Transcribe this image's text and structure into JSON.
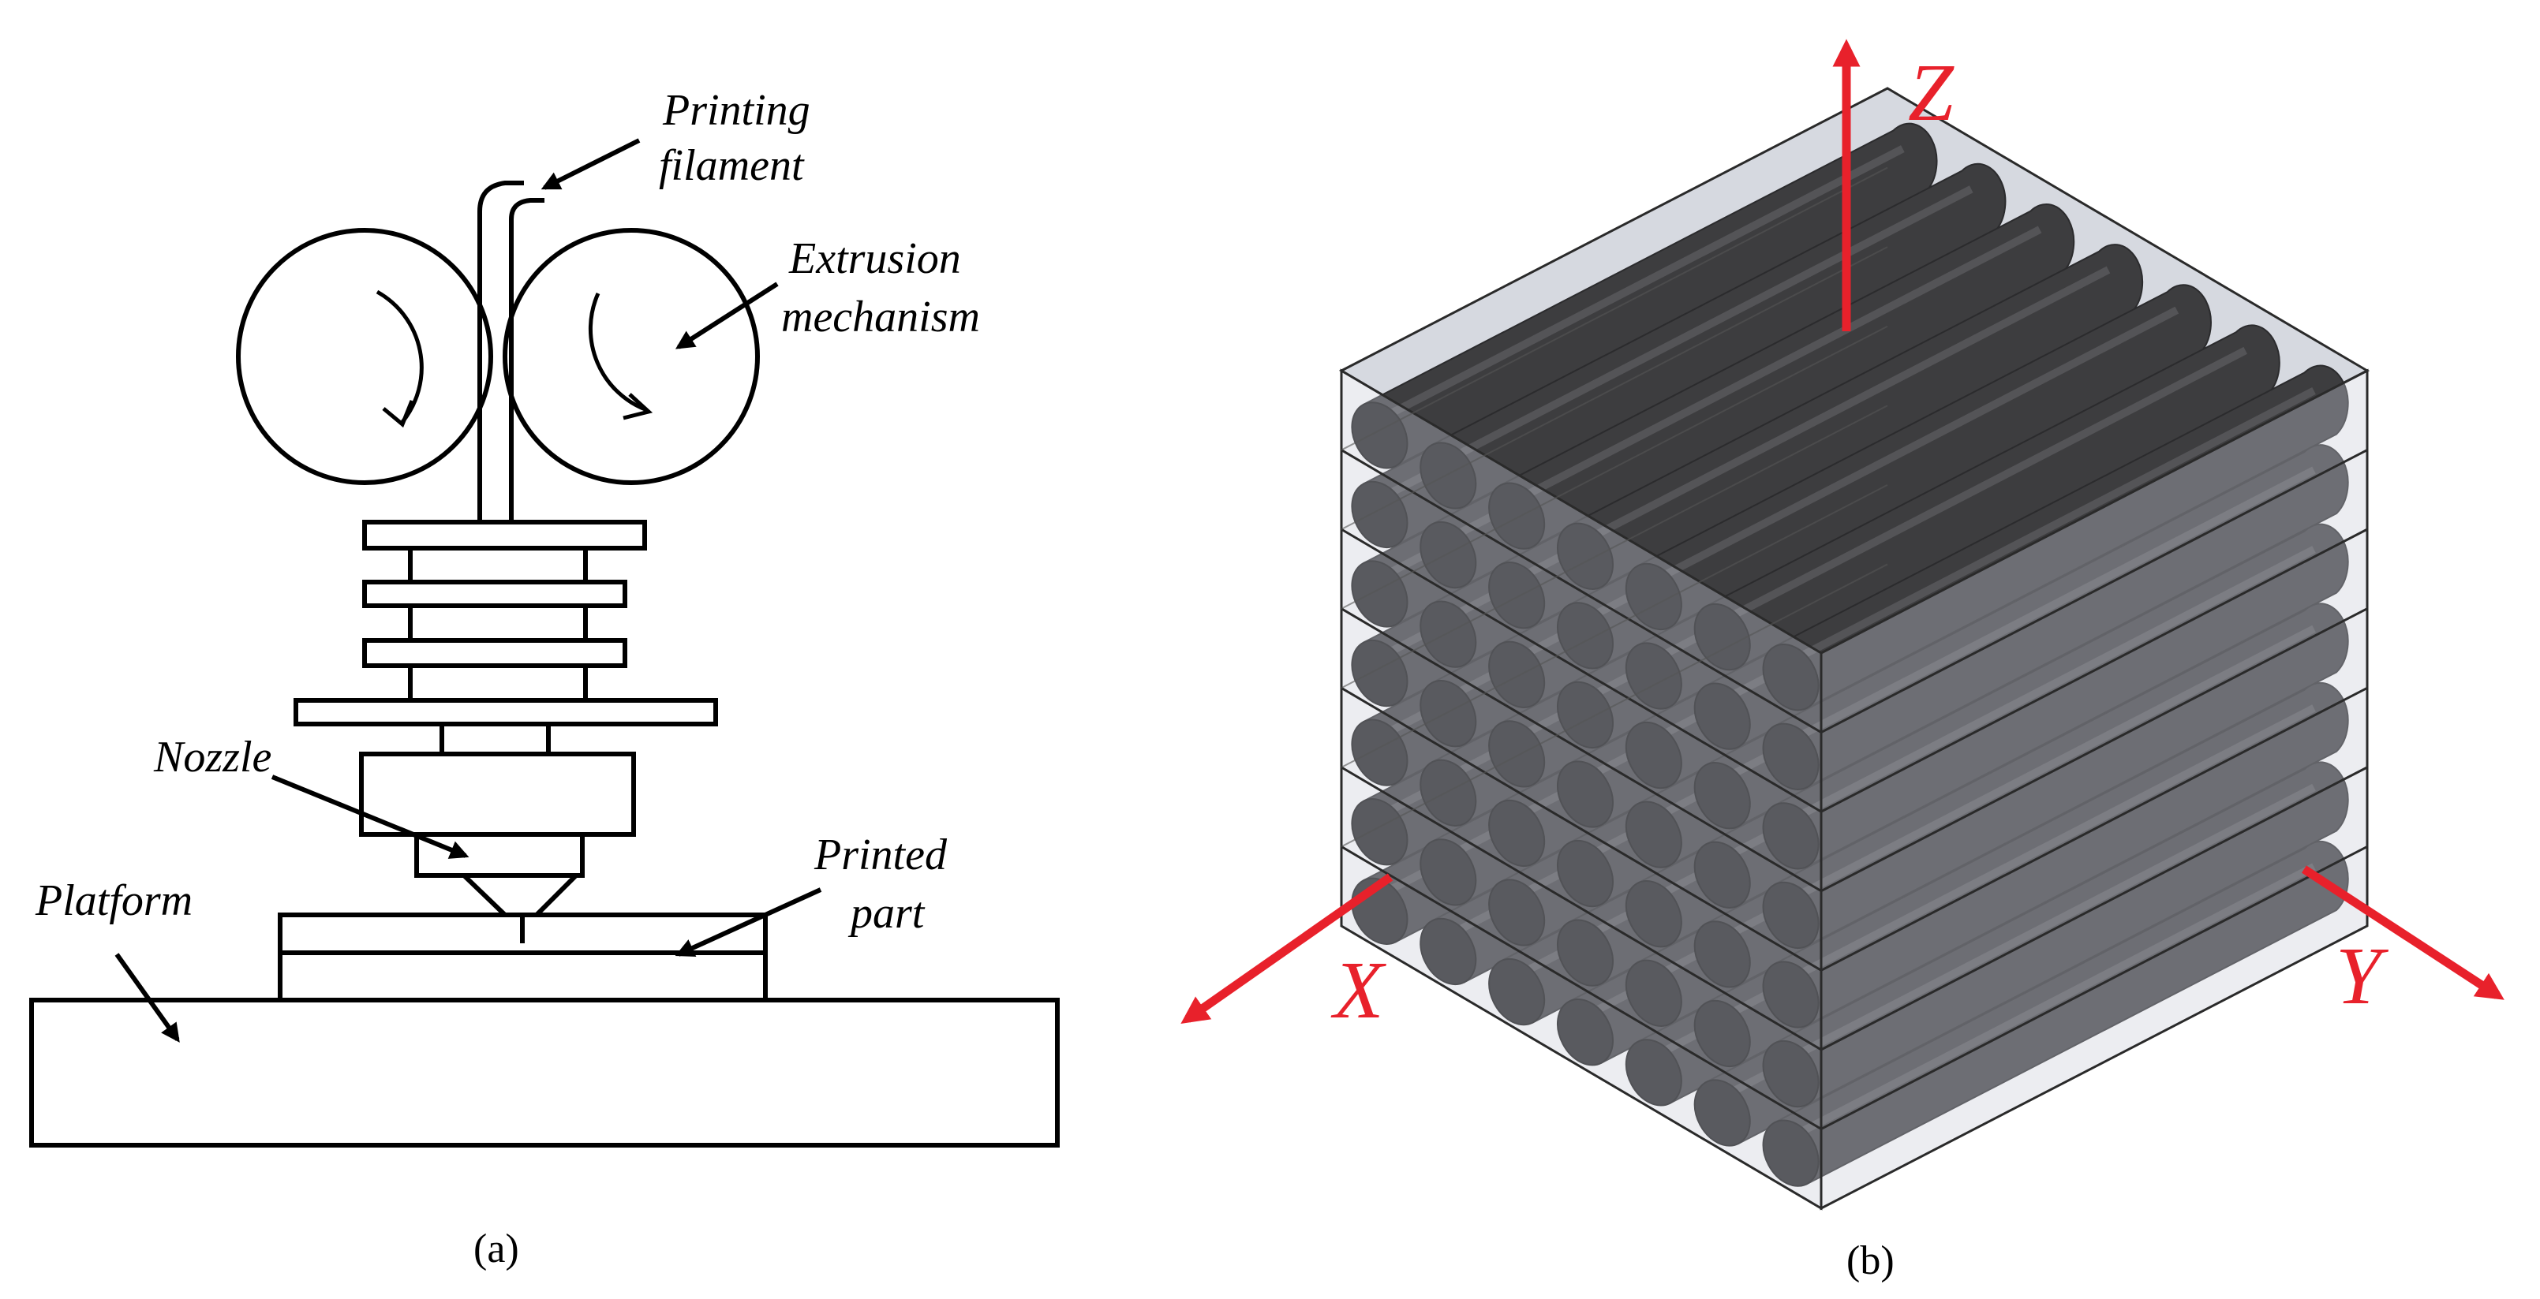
{
  "panel_a": {
    "caption": "(a)",
    "labels": {
      "filament": [
        "Printing",
        "filament"
      ],
      "extrusion": [
        "Extrusion",
        "mechanism"
      ],
      "nozzle": "Nozzle",
      "printed_part": [
        "Printed",
        "part"
      ],
      "platform": "Platform"
    }
  },
  "panel_b": {
    "caption": "(b)",
    "axes": {
      "x": "X",
      "y": "Y",
      "z": "Z"
    },
    "layers": 7,
    "rods_per_layer": 7,
    "colors": {
      "axis": "#e8212b",
      "rod": "#3d3d3f",
      "rod_end": "#1e1e20",
      "box": "#c8ccd6"
    }
  }
}
